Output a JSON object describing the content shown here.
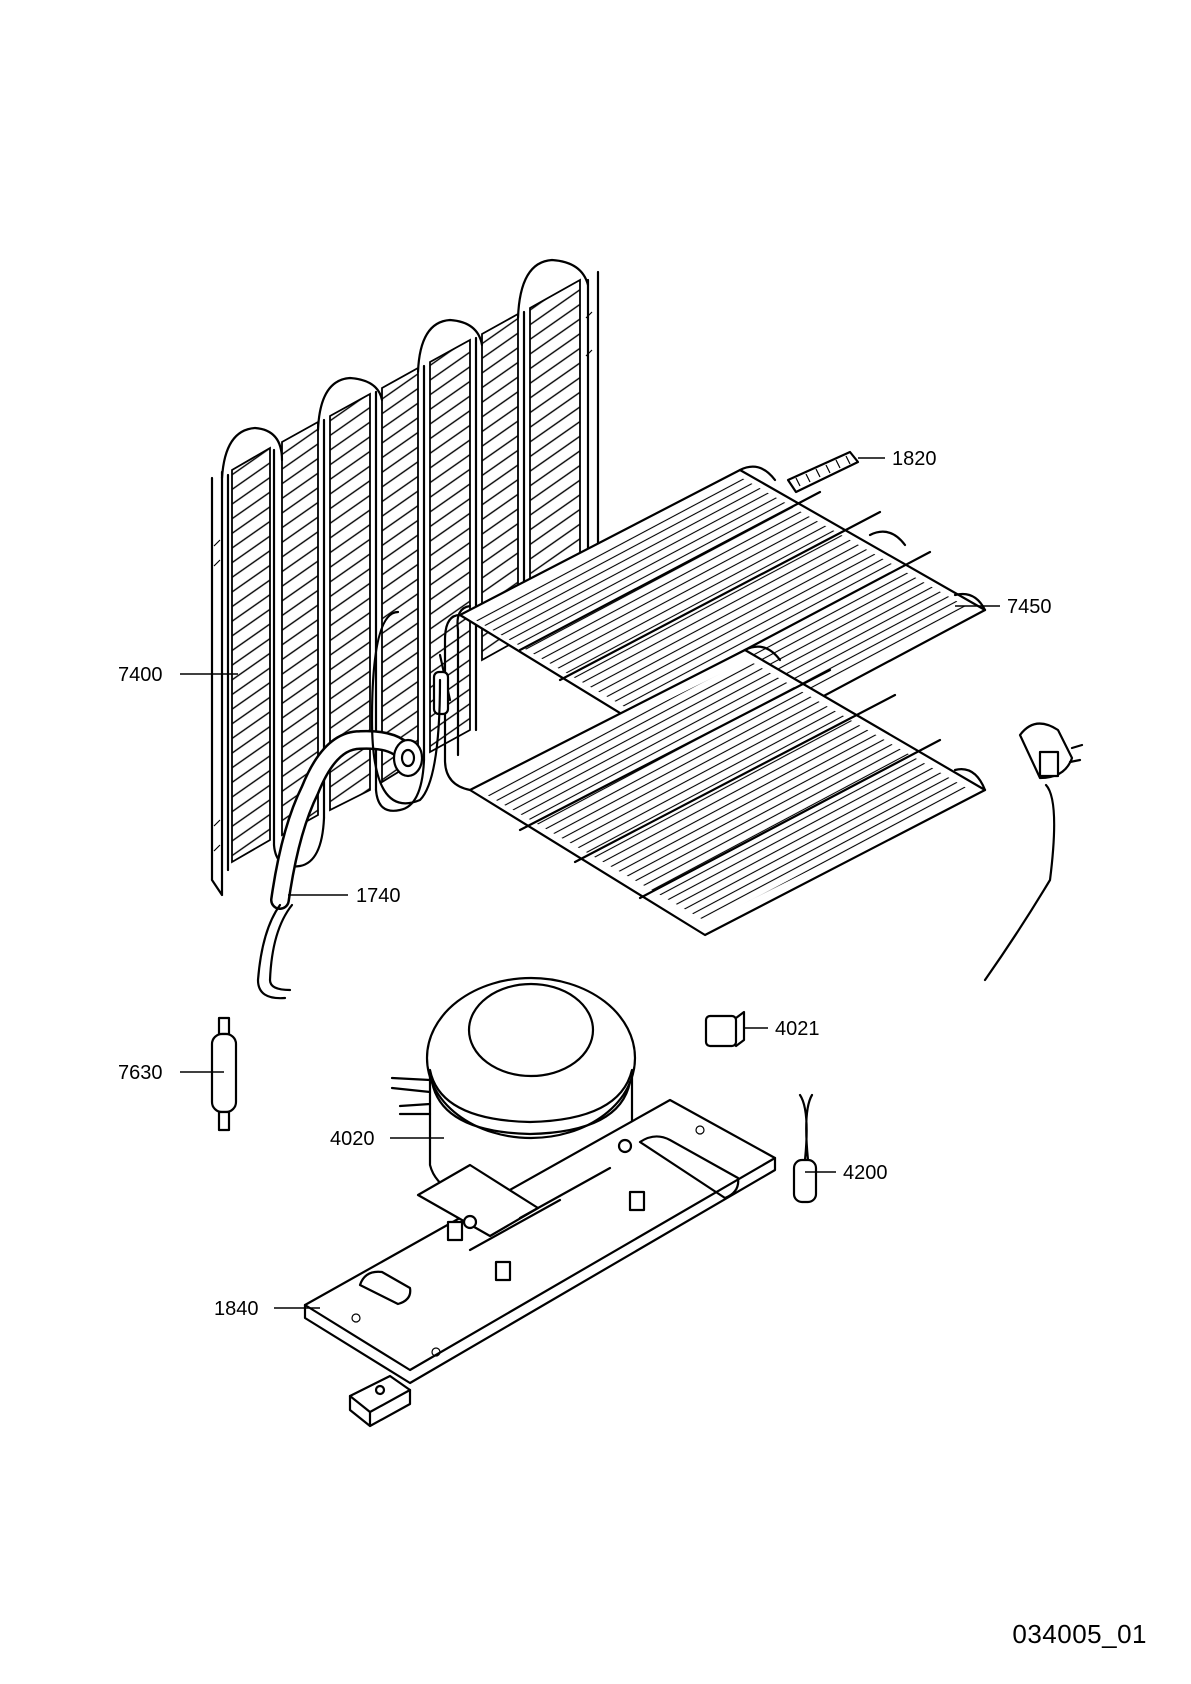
{
  "diagram": {
    "callouts": [
      {
        "id": "1820",
        "label": "1820"
      },
      {
        "id": "7450",
        "label": "7450"
      },
      {
        "id": "7400",
        "label": "7400"
      },
      {
        "id": "1740",
        "label": "1740"
      },
      {
        "id": "4021",
        "label": "4021"
      },
      {
        "id": "7630",
        "label": "7630"
      },
      {
        "id": "4020",
        "label": "4020"
      },
      {
        "id": "4200",
        "label": "4200"
      },
      {
        "id": "1840",
        "label": "1840"
      }
    ],
    "drawing_id": "034005_01"
  }
}
